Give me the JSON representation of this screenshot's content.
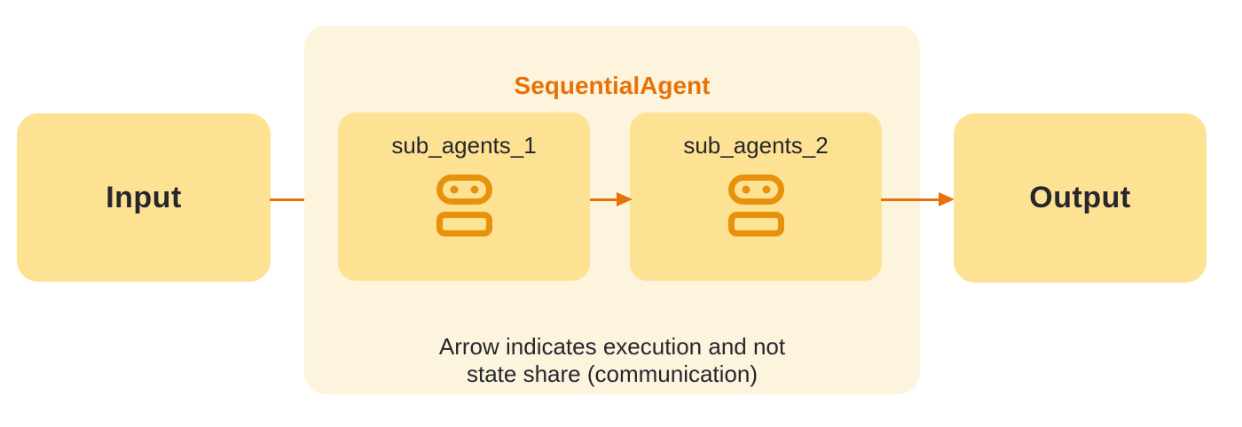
{
  "diagram": {
    "input_label": "Input",
    "output_label": "Output",
    "container": {
      "title": "SequentialAgent",
      "sub_agents": [
        {
          "label": "sub_agents_1",
          "icon": "robot-agent-icon"
        },
        {
          "label": "sub_agents_2",
          "icon": "robot-agent-icon"
        }
      ],
      "caption_line1": "Arrow indicates execution and not",
      "caption_line2": "state share (communication)"
    },
    "arrows": [
      {
        "from": "input",
        "to": "sub_agents_1"
      },
      {
        "from": "sub_agents_1",
        "to": "sub_agents_2"
      },
      {
        "from": "sub_agents_2",
        "to": "output"
      }
    ],
    "colors": {
      "canvas_bg": "#FFFFFF",
      "box_fill": "#FDE293",
      "container_fill": "#FCF4DC",
      "accent_orange": "#E8710A",
      "icon_orange": "#E8910C",
      "text_dark": "#26262E"
    }
  }
}
